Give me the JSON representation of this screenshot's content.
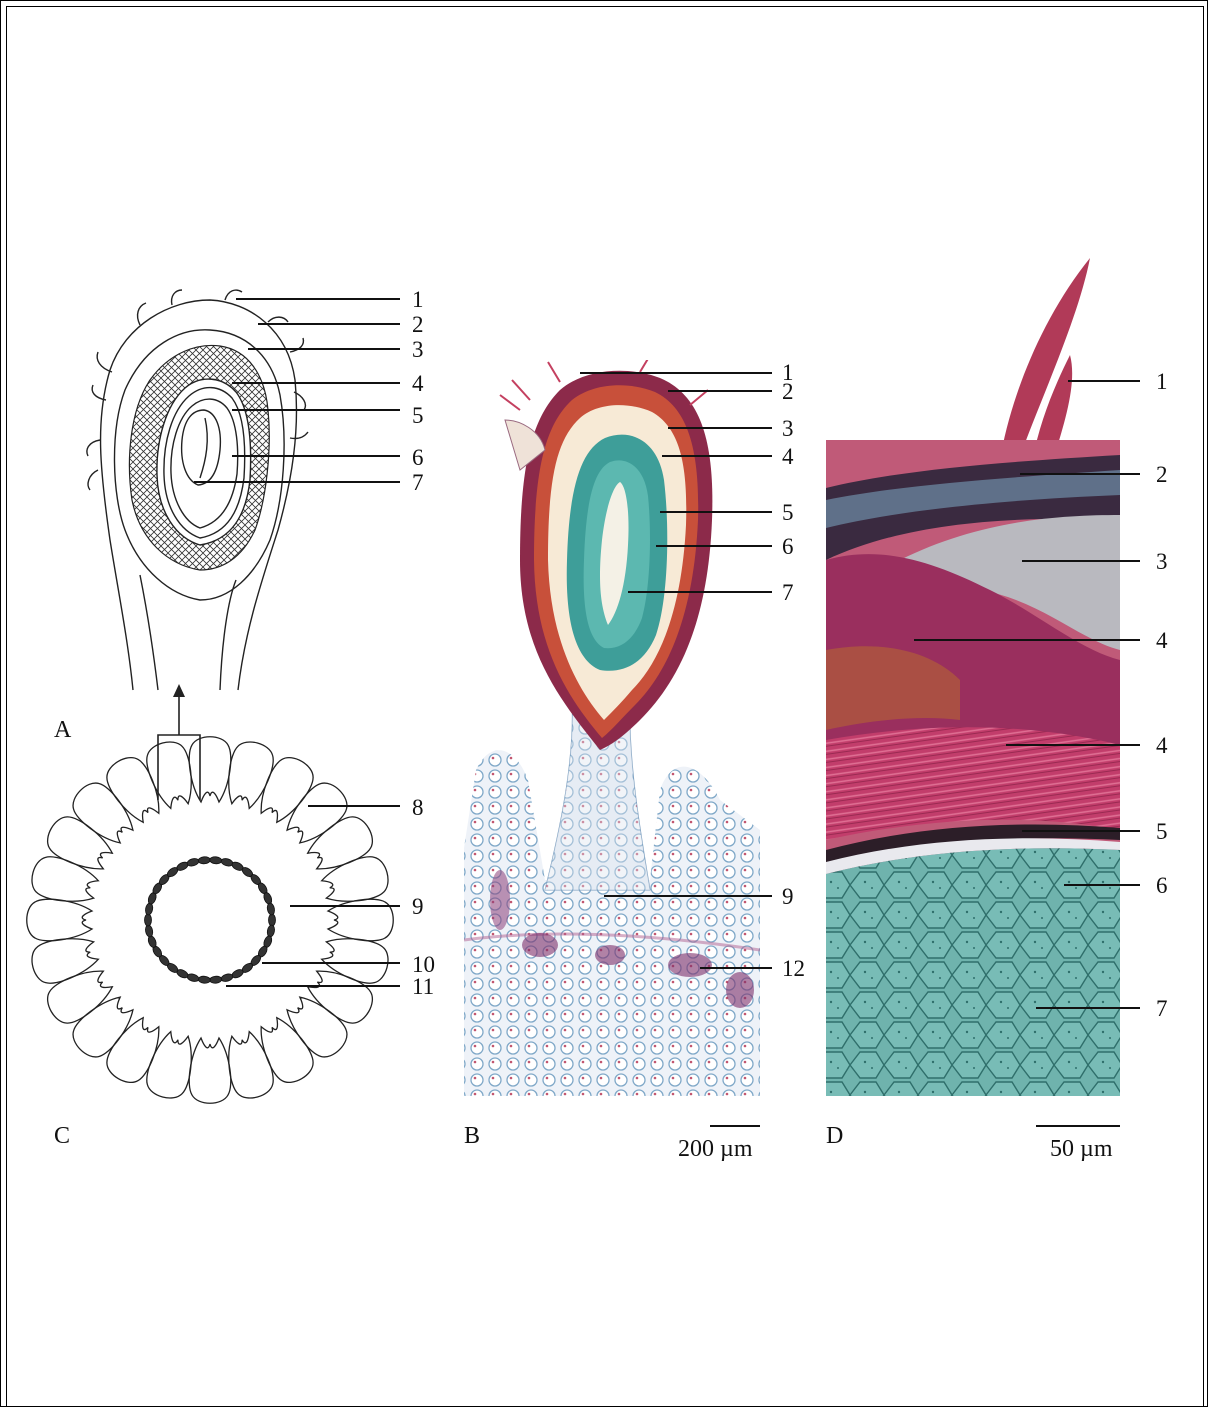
{
  "panels": {
    "A": "A",
    "B": "B",
    "C": "C",
    "D": "D"
  },
  "scale_bars": {
    "B": "200 µm",
    "D": "50 µm"
  },
  "labels_A": [
    "1",
    "2",
    "3",
    "4",
    "5",
    "6",
    "7"
  ],
  "labels_C": [
    "8",
    "9",
    "10",
    "11"
  ],
  "labels_B": [
    "1",
    "2",
    "3",
    "4",
    "5",
    "6",
    "7",
    "9",
    "12"
  ],
  "labels_D": [
    "1",
    "2",
    "3",
    "4",
    "4",
    "5",
    "6",
    "7"
  ]
}
